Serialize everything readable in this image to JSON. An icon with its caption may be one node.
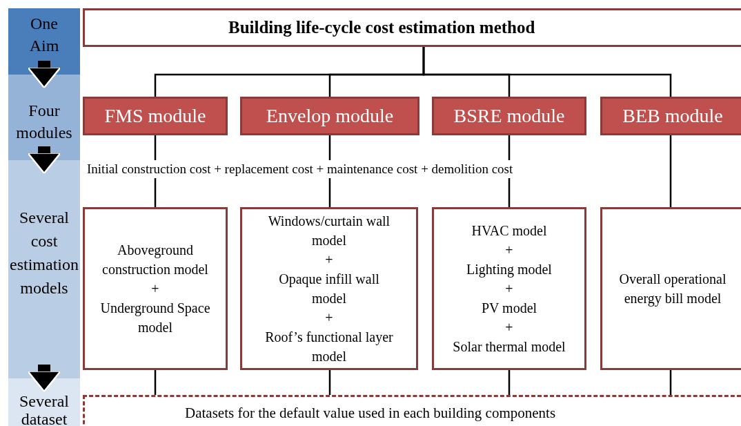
{
  "diagram": {
    "nodes": [
      {
        "text": [
          "One Aim"
        ]
      },
      {
        "text": [
          "Four modules"
        ]
      },
      {
        "text": [
          "Several cost estimation models"
        ]
      },
      {
        "text": [
          "Several dataset"
        ]
      },
      {
        "text": [
          "Building life-cycle cost estimation method"
        ]
      },
      {
        "text": [
          "FMS module"
        ]
      },
      {
        "text": [
          "Envelop module"
        ]
      },
      {
        "text": [
          "BSRE module"
        ]
      },
      {
        "text": [
          "BEB module"
        ]
      },
      {
        "text": [
          "Aboveground construction model",
          "+",
          "Underground Space model"
        ]
      },
      {
        "text": [
          "Windows/curtain wall model",
          "+",
          "Opaque infill wall model",
          "+",
          "Roof’s functional layer model"
        ]
      },
      {
        "text": [
          "HVAC model",
          "+",
          "Lighting model",
          "+",
          "PV model",
          "+",
          "Solar thermal model"
        ]
      },
      {
        "text": [
          "Overall operational energy bill model"
        ]
      },
      {
        "text": [
          "Datasets for the default value used in each building components"
        ]
      }
    ],
    "edges": [
      {
        "from": 0,
        "to": 1,
        "arrow": "to",
        "style": "thick"
      },
      {
        "from": 1,
        "to": 2,
        "arrow": "to",
        "style": "thick"
      },
      {
        "from": 2,
        "to": 3,
        "arrow": "to",
        "style": "thick"
      },
      {
        "from": 4,
        "to": 5,
        "arrow": "none"
      },
      {
        "from": 4,
        "to": 6,
        "arrow": "none"
      },
      {
        "from": 4,
        "to": 7,
        "arrow": "none"
      },
      {
        "from": 4,
        "to": 8,
        "arrow": "none"
      },
      {
        "from": 5,
        "to": 9,
        "arrow": "none"
      },
      {
        "from": 6,
        "to": 10,
        "arrow": "none"
      },
      {
        "from": 7,
        "to": 11,
        "arrow": "none"
      },
      {
        "from": 8,
        "to": 12,
        "arrow": "none"
      },
      {
        "from": 9,
        "to": 13,
        "arrow": "none"
      },
      {
        "from": 10,
        "to": 13,
        "arrow": "none"
      },
      {
        "from": 11,
        "to": 13,
        "arrow": "none"
      },
      {
        "from": 12,
        "to": 13,
        "arrow": "none"
      }
    ],
    "labels": [
      "Initial construction cost + replacement cost + maintenance cost + demolition cost"
    ]
  }
}
